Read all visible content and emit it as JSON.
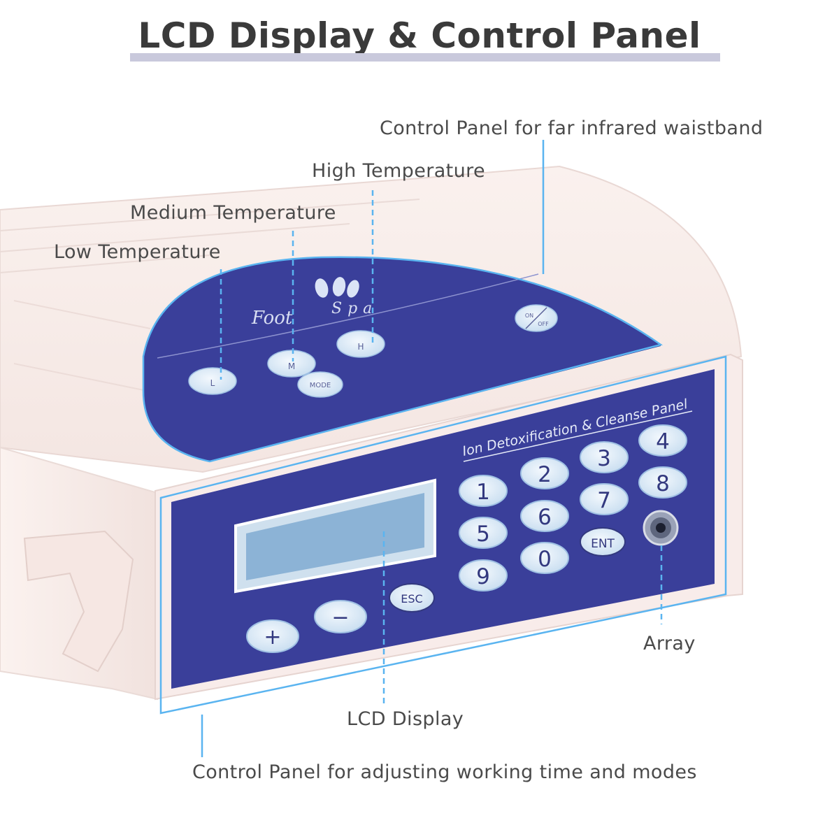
{
  "title": "LCD Display & Control Panel",
  "colors": {
    "panel_blue": "#3a3f9a",
    "body_pink": "#f7ebe8",
    "leader_line": "#5ab4f0",
    "button": "#dbeaf7",
    "title_underline": "#c9c9dc"
  },
  "callouts": {
    "waistband_panel": "Control Panel for far infrared waistband",
    "high_temp": "High Temperature",
    "medium_temp": "Medium Temperature",
    "low_temp": "Low Temperature",
    "array": "Array",
    "lcd_display": "LCD Display",
    "time_mode_panel": "Control Panel for adjusting working time and modes"
  },
  "device": {
    "logo_top": "Foot",
    "logo_bottom": "Spa",
    "top_buttons": {
      "low": "L",
      "medium": "M",
      "high": "H",
      "mode": "MODE",
      "on": "ON",
      "off": "OFF"
    },
    "front_panel_title": "Ion Detoxification & Cleanse Panel",
    "keypad": {
      "k1": "1",
      "k2": "2",
      "k3": "3",
      "k4": "4",
      "k5": "5",
      "k6": "6",
      "k7": "7",
      "k8": "8",
      "k9": "9",
      "k0": "0",
      "ent": "ENT",
      "esc": "ESC",
      "plus": "+",
      "minus": "−"
    }
  }
}
